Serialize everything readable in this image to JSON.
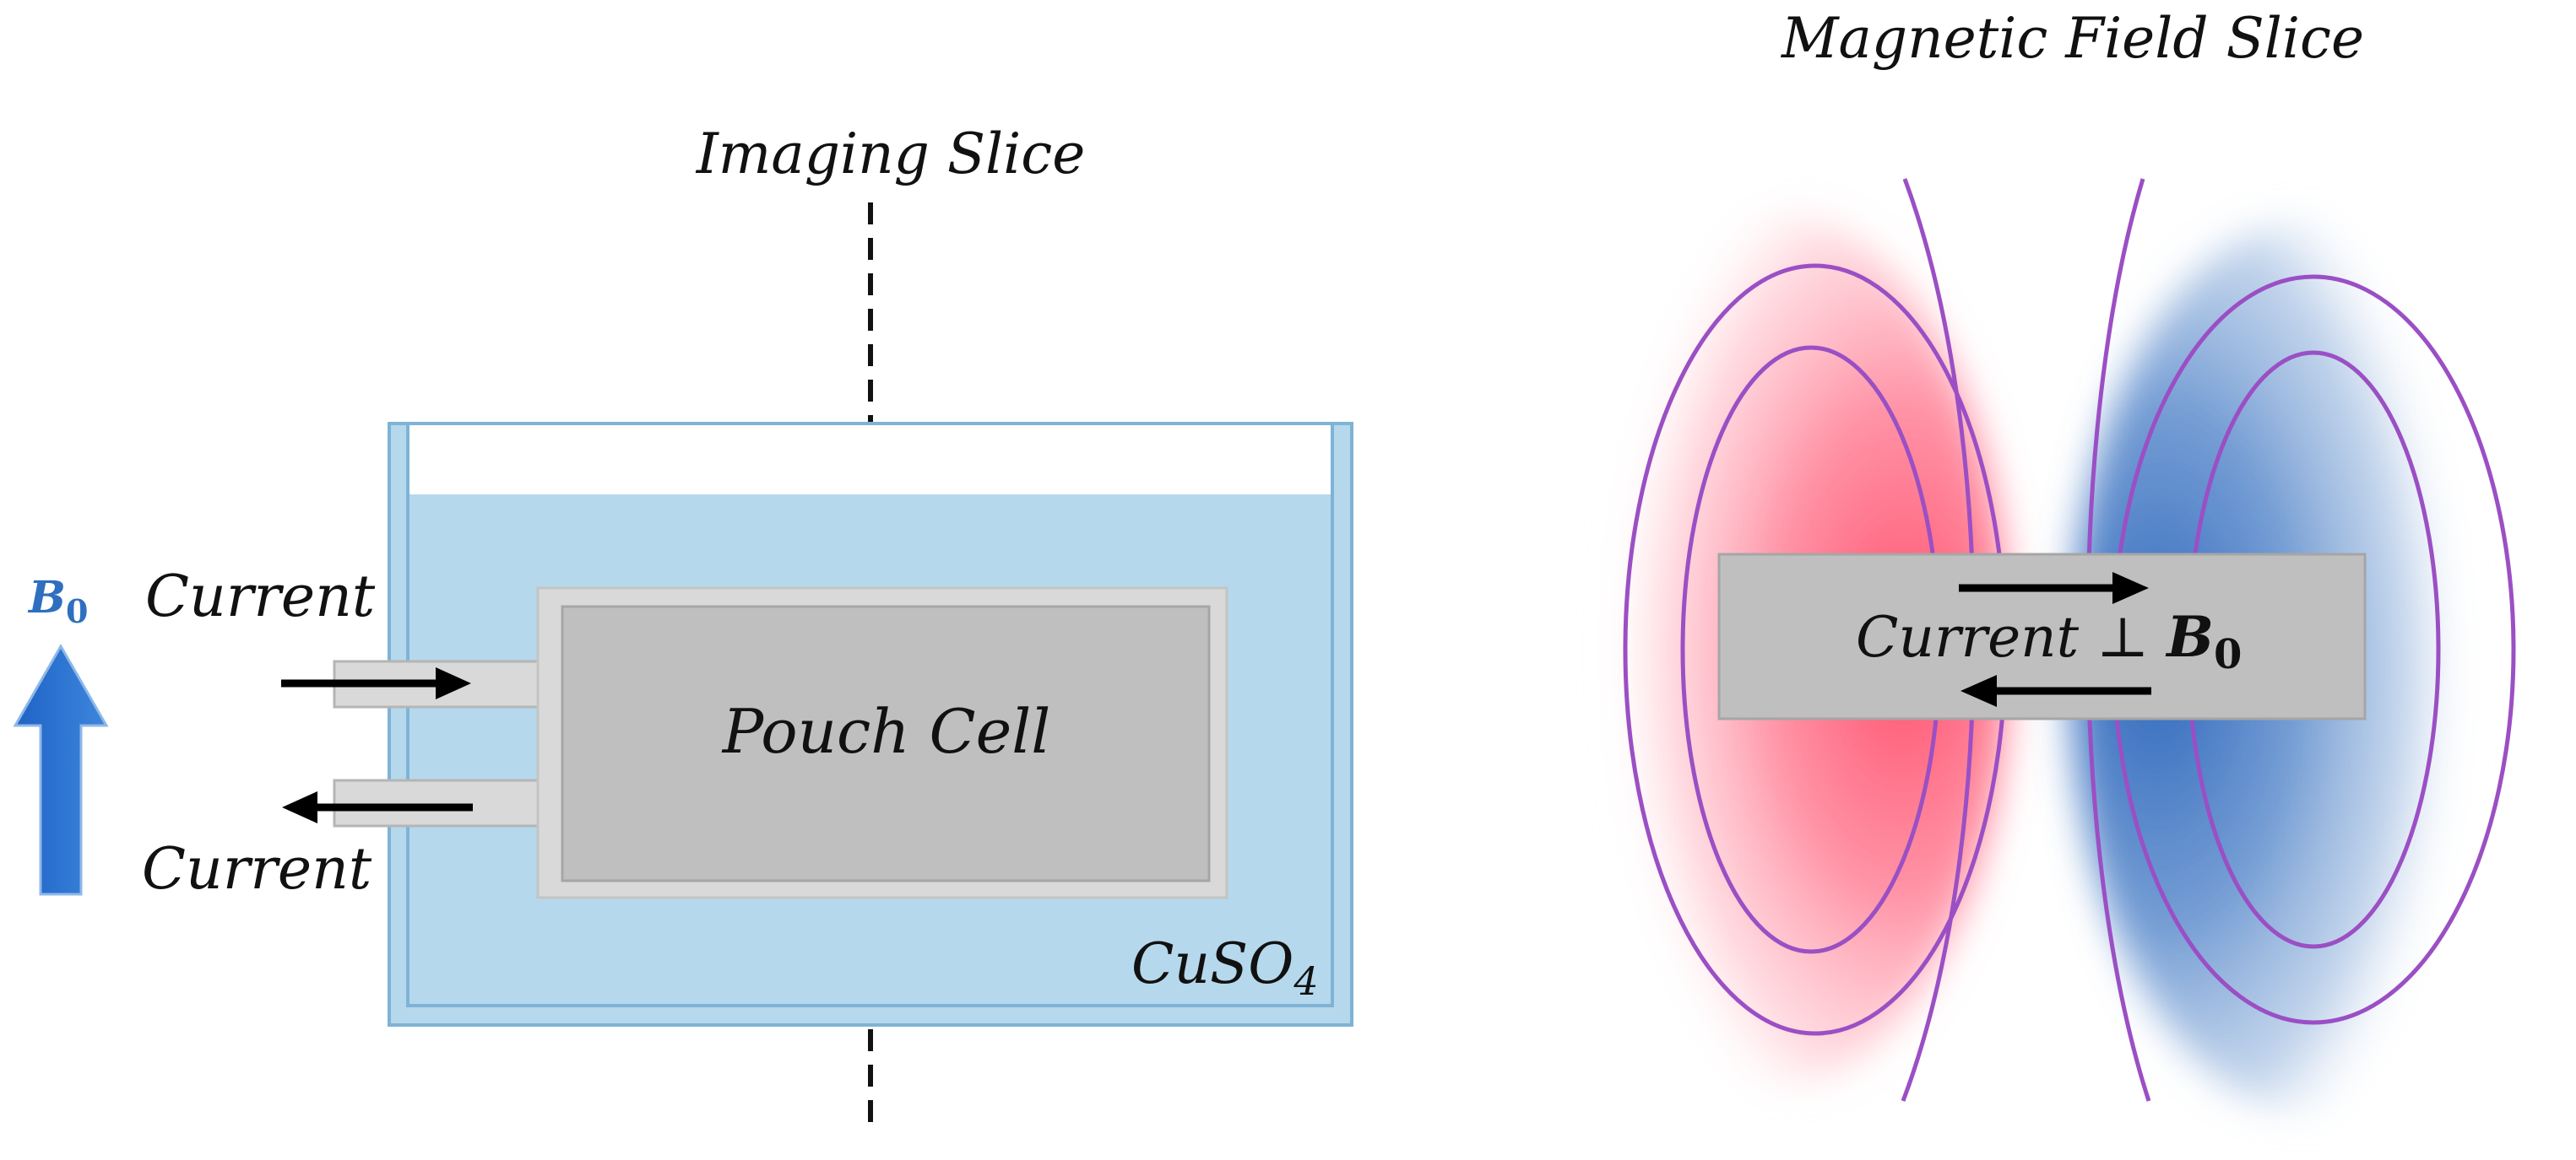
{
  "left_panel": {
    "slice_label": "Imaging Slice",
    "cell_label": "Pouch Cell",
    "electrolyte_label_main": "CuSO",
    "electrolyte_label_sub": "4",
    "current_in_label": "Current",
    "current_out_label": "Current",
    "field_label_main": "B",
    "field_label_sub": "0"
  },
  "right_panel": {
    "title": "Magnetic Field Slice",
    "current_label": "Current ⊥ ",
    "field_label_main": "B",
    "field_label_sub": "0"
  },
  "colors": {
    "tank_fill": "#b5d8ec",
    "tank_stroke": "#7eb3d6",
    "cell_outer": "#d9d9d9",
    "cell_inner": "#bfbfbf",
    "b0_arrow": "#2e75d0",
    "red_field": "#ff4d6a",
    "blue_field": "#2f6cc0",
    "field_lines": "#9b4fc4"
  }
}
